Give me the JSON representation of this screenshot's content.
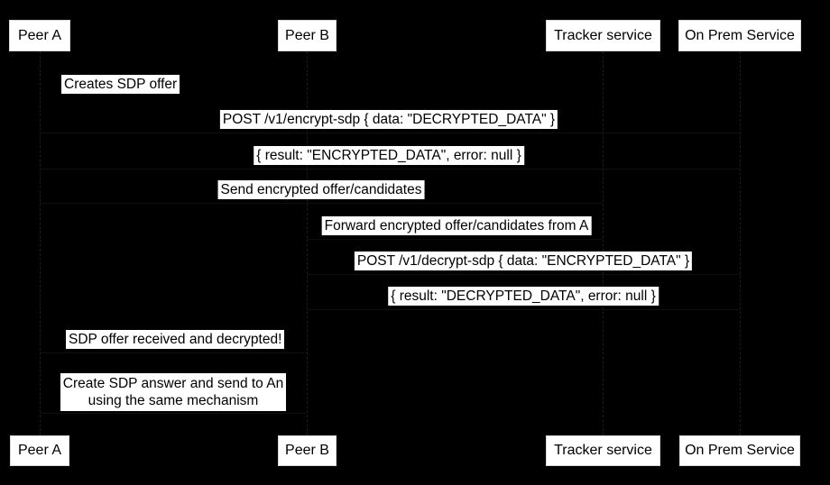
{
  "diagram_type": "sequence",
  "colors": {
    "background": "#000000",
    "box_fill": "#ffffff",
    "box_text": "#000000",
    "lifeline": "#1d1d1d"
  },
  "participants": [
    {
      "name": "Peer A"
    },
    {
      "name": "Peer B"
    },
    {
      "name": "Tracker service"
    },
    {
      "name": "On Prem Service"
    }
  ],
  "messages": [
    {
      "from": "Peer A",
      "to": "Peer A",
      "text": "Creates SDP offer"
    },
    {
      "from": "Peer A",
      "to": "On Prem Service",
      "text": "POST /v1/encrypt-sdp { data: \"DECRYPTED_DATA\" }"
    },
    {
      "from": "On Prem Service",
      "to": "Peer A",
      "text": "{ result: \"ENCRYPTED_DATA\", error: null }"
    },
    {
      "from": "Peer A",
      "to": "Tracker service",
      "text": "Send encrypted offer/candidates"
    },
    {
      "from": "Tracker service",
      "to": "Peer B",
      "text": "Forward encrypted offer/candidates from A"
    },
    {
      "from": "Peer B",
      "to": "On Prem Service",
      "text": "POST /v1/decrypt-sdp { data: \"ENCRYPTED_DATA\" }"
    },
    {
      "from": "On Prem Service",
      "to": "Peer B",
      "text": "{ result: \"DECRYPTED_DATA\", error: null }"
    },
    {
      "from": "Peer B",
      "to": "Peer A",
      "text": "SDP offer received and decrypted!"
    },
    {
      "from": "Peer B",
      "to": "Peer A",
      "text": "Create SDP answer and send to An using the same mechanism"
    }
  ]
}
